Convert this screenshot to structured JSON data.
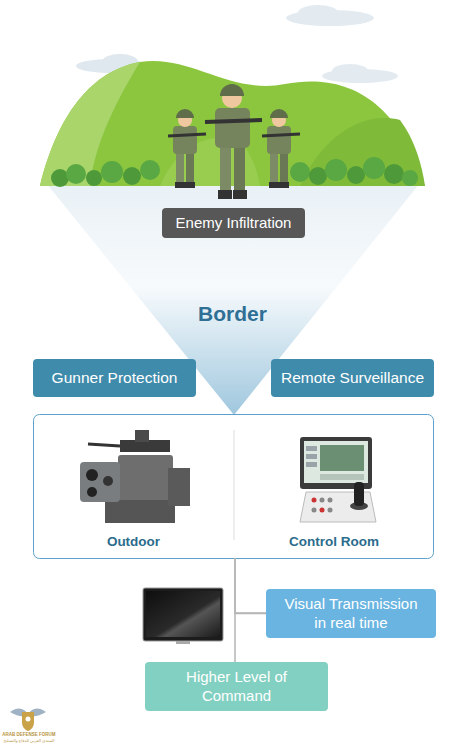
{
  "diagram": {
    "nodes": [
      {
        "text": [
          "Enemy Infiltration"
        ]
      },
      {
        "text": [
          "Gunner Protection"
        ]
      },
      {
        "text": [
          "Remote Surveillance"
        ]
      },
      {
        "text": [
          "Outdoor"
        ]
      },
      {
        "text": [
          "Control Room"
        ]
      },
      {
        "text": [
          "Visual Transmission in real time"
        ]
      },
      {
        "text": [
          "Higher Level of Command"
        ]
      }
    ],
    "edges": [
      {
        "from": 4,
        "to": 6,
        "arrow": "none"
      },
      {
        "from": 4,
        "to": 5,
        "arrow": "none"
      }
    ],
    "labels": [
      "Border",
      "ARAB DEFENSE FORUM",
      "المنتدى العربي للدفاع والتسليح"
    ]
  }
}
